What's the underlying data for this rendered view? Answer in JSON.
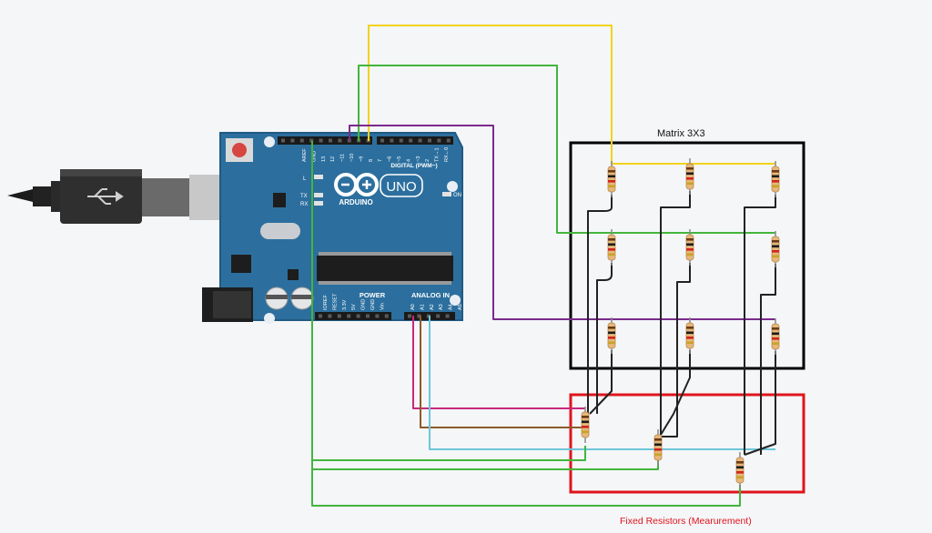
{
  "labels": {
    "matrix_title": "Matrix 3X3",
    "fixed_title": "Fixed Resistors (Mearurement)"
  },
  "arduino": {
    "brand": "ARDUINO",
    "model": "UNO",
    "digital_header": "DIGITAL (PWM~)",
    "power_label": "POWER",
    "analog_label": "ANALOG IN",
    "led_l": "L",
    "led_tx": "TX",
    "led_rx": "RX",
    "led_on": "ON",
    "digital_pins": [
      "AREF",
      "GND",
      "13",
      "12",
      "~11",
      "~10",
      "~9",
      "8",
      "7",
      "~6",
      "~5",
      "4",
      "~3",
      "2",
      "TX→1",
      "RX←0"
    ],
    "power_pins": [
      "IOREF",
      "RESET",
      "3.3V",
      "5V",
      "GND",
      "GND",
      "Vin"
    ],
    "analog_pins": [
      "A0",
      "A1",
      "A2",
      "A3",
      "A4",
      "A5"
    ]
  },
  "colors": {
    "board": "#2c6f9e",
    "board_edge": "#215a82",
    "matrix_border": "#000000",
    "fixed_border": "#e0141c",
    "fixed_label": "#e0141c",
    "wire_yellow": "#f2d21b",
    "wire_green": "#43b53c",
    "wire_purple": "#7b2a8c",
    "wire_magenta": "#c8287c",
    "wire_brown": "#8b5a2b",
    "wire_cyan": "#6ec6d8",
    "wire_black": "#222222",
    "resistor_body": "#e6b77a"
  }
}
